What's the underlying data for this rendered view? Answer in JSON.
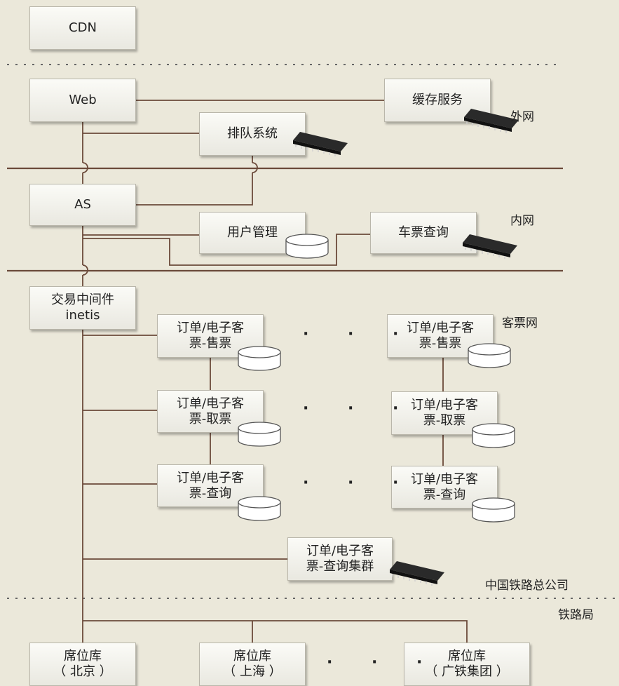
{
  "nodes": {
    "cdn": "CDN",
    "web": "Web",
    "cache": "缓存服务",
    "queue": "排队系统",
    "as": "AS",
    "user_mgmt": "用户管理",
    "ticket_query": "车票查询",
    "middleware": [
      "交易中间件",
      "inetis"
    ],
    "sell_left": [
      "订单/电子客",
      "票-售票"
    ],
    "sell_right": [
      "订单/电子客",
      "票-售票"
    ],
    "take_left": [
      "订单/电子客",
      "票-取票"
    ],
    "take_right": [
      "订单/电子客",
      "票-取票"
    ],
    "query_left": [
      "订单/电子客",
      "票-查询"
    ],
    "query_right": [
      "订单/电子客",
      "票-查询"
    ],
    "query_cluster": [
      "订单/电子客",
      "票-查询集群"
    ],
    "seat_beijing": [
      "席位库",
      "（ 北京 ）"
    ],
    "seat_shanghai": [
      "席位库",
      "（ 上海 ）"
    ],
    "seat_guangtie": [
      "席位库",
      "（ 广铁集团 ）"
    ]
  },
  "zones": {
    "external": "外网",
    "internal": "内网",
    "ticket_net": "客票网",
    "china_railway": "中国铁路总公司",
    "railway_bureau": "铁路局"
  },
  "ellipsis": "· · ·",
  "colors": {
    "background": "#ebe8da",
    "line": "#6b4a3a",
    "divider_dotted": "#555555"
  }
}
